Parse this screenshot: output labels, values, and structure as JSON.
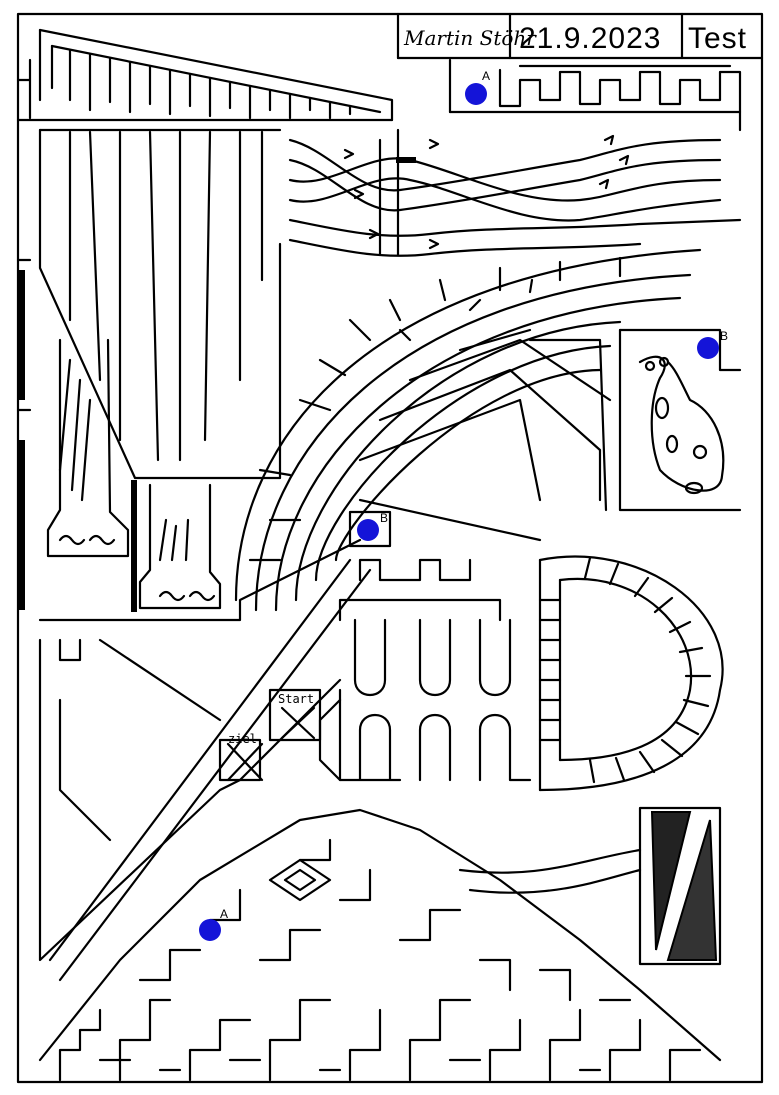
{
  "header": {
    "signature": "Martin Stöhr",
    "date": "21.9.2023",
    "title": "Test"
  },
  "labels": {
    "start": "Start",
    "goal": "ziel"
  },
  "markers": [
    {
      "label": "A",
      "color": "#1414d8"
    },
    {
      "label": "B",
      "color": "#1414d8"
    },
    {
      "label": "B",
      "color": "#1414d8"
    },
    {
      "label": "A",
      "color": "#1414d8"
    }
  ]
}
